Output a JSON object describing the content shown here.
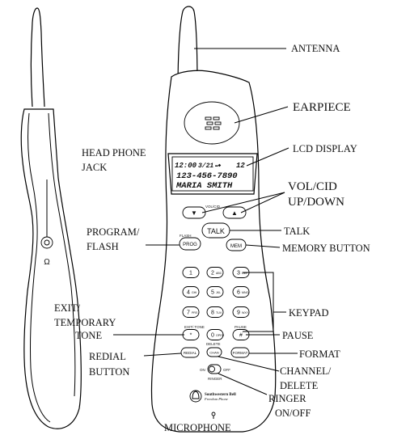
{
  "labels": {
    "antenna": "ANTENNA",
    "earpiece": "EARPIECE",
    "lcd_display": "LCD DISPLAY",
    "head_phone_jack": [
      "HEAD PHONE",
      "JACK"
    ],
    "vol_cid": [
      "VOL/CID",
      "UP/DOWN"
    ],
    "talk": "TALK",
    "program_flash": [
      "PROGRAM/",
      "FLASH"
    ],
    "memory_button": "MEMORY BUTTON",
    "keypad": "KEYPAD",
    "exit_temporary_tone": [
      "EXIT/",
      "TEMPORARY",
      "TONE"
    ],
    "pause": "PAUSE",
    "format": "FORMAT",
    "redial_button": [
      "REDIAL",
      "BUTTON"
    ],
    "channel_delete": [
      "CHANNEL/",
      "DELETE"
    ],
    "ringer_on_off": [
      "RINGER",
      "ON/OFF"
    ],
    "microphone": "MICROPHONE"
  },
  "lcd": {
    "line1_time": "12:00",
    "line1_mid": "3/21",
    "line1_count": "12",
    "line2": "123-456-7890",
    "line3": "MARIA SMITH"
  },
  "buttons": {
    "talk": "TALK",
    "prog": "PROG",
    "mem": "MEM",
    "vol_cid_caption": "VOL/CID",
    "flash_caption": "FLASH",
    "exit_tone_caption": "EXIT/ TONE",
    "pause_caption": "PAUSE",
    "redial": "REDIAL",
    "delete_caption": "DELETE",
    "format": "FORMAT",
    "chan": "CHAN",
    "on": "ON",
    "off": "OFF",
    "ringer_caption": "RINGER",
    "brand_line1": "Southwestern Bell",
    "brand_line2": "Freedom Phone"
  },
  "keypad": [
    [
      "1",
      ""
    ],
    [
      "2",
      "ABC"
    ],
    [
      "3",
      "DEF"
    ],
    [
      "4",
      "GHI"
    ],
    [
      "5",
      "JKL"
    ],
    [
      "6",
      "MNO"
    ],
    [
      "7",
      "PRS"
    ],
    [
      "8",
      "TUV"
    ],
    [
      "9",
      "WXY"
    ],
    [
      "*",
      ""
    ],
    [
      "0",
      "OPER"
    ],
    [
      "#",
      ""
    ]
  ]
}
